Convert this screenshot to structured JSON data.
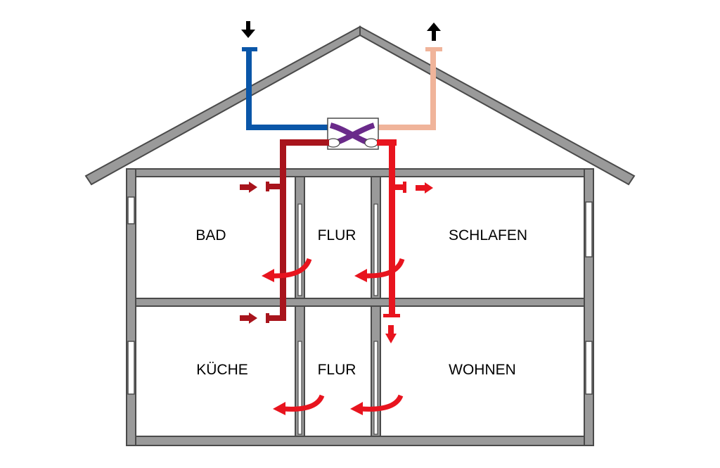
{
  "rooms": {
    "bad": "BAD",
    "flur_upper": "FLUR",
    "schlafen": "SCHLAFEN",
    "kueche": "KÜCHE",
    "flur_lower": "FLUR",
    "wohnen": "WOHNEN"
  },
  "colors": {
    "fresh_air_intake": "#0a56a8",
    "exhaust_air_out": "#f0b49a",
    "extract_duct": "#a8141c",
    "supply_duct": "#e8141e",
    "heat_exchanger_cross": "#6a2a8a",
    "wall": "#9a9a9a",
    "wall_outline": "#4a4a4a",
    "outside_arrow": "#000000"
  },
  "icons": {
    "intake_arrow": "arrow-down-icon",
    "exhaust_arrow": "arrow-up-icon",
    "heat_exchanger": "heat-exchanger-icon"
  }
}
